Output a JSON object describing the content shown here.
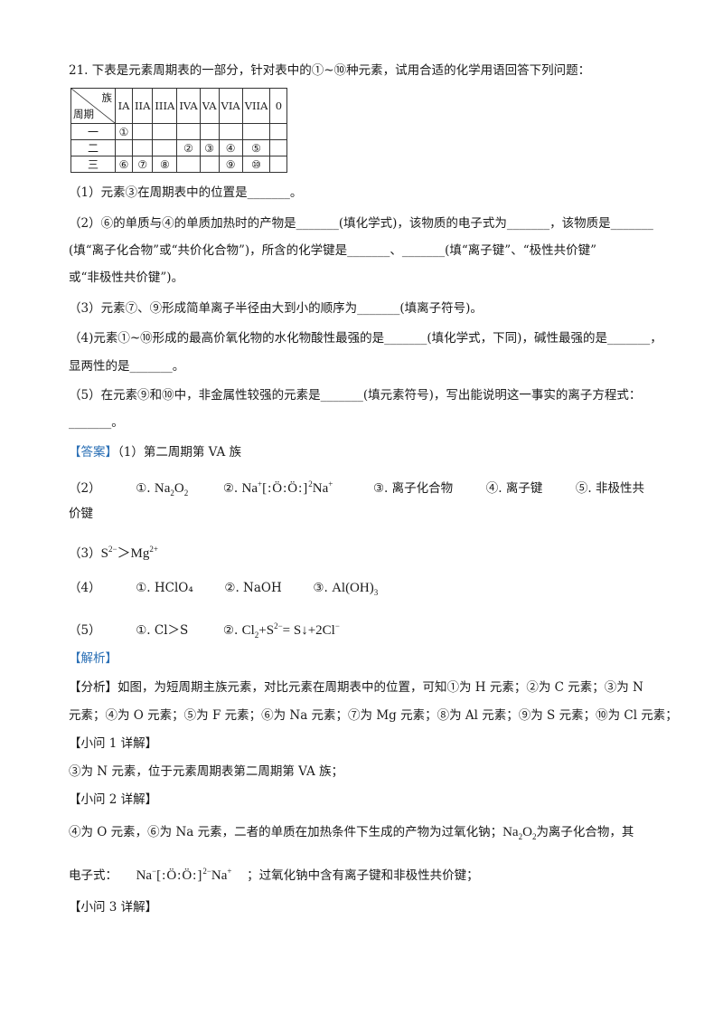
{
  "question": {
    "stem": "21. 下表是元素周期表的一部分，针对表中的①~⑩种元素，试用合适的化学用语回答下列问题：",
    "table": {
      "corner_top": "族",
      "corner_bottom": "周期",
      "headers": [
        "IA",
        "IIA",
        "IIIA",
        "IVA",
        "VA",
        "VIA",
        "VIIA",
        "0"
      ],
      "rows": [
        {
          "period": "一",
          "cells": [
            "①",
            "",
            "",
            "",
            "",
            "",
            "",
            ""
          ]
        },
        {
          "period": "二",
          "cells": [
            "",
            "",
            "",
            "②",
            "③",
            "④",
            "⑤",
            ""
          ]
        },
        {
          "period": "三",
          "cells": [
            "⑥",
            "⑦",
            "⑧",
            "",
            "",
            "⑨",
            "⑩",
            ""
          ]
        }
      ]
    },
    "q1": "（1）元素③在周期表中的位置是_______。",
    "q2_line1": "（2）⑥的单质与④的单质加热时的产物是_______(填化学式)，该物质的电子式为_______，该物质是_______",
    "q2_line2": "(填“离子化合物”或“共价化合物”)，所含的化学键是_______、_______(填“离子键”、“极性共价键”",
    "q2_line3": "或“非极性共价键”)。",
    "q3": "（3）元素⑦、⑨形成简单离子半径由大到小的顺序为_______(填离子符号)。",
    "q4_line1": "（4)元素①~⑩形成的最高价氧化物的水化物酸性最强的是_______(填化学式，下同)，碱性最强的是_______，",
    "q4_line2": "显两性的是_______。",
    "q5_line1": "（5）在元素⑨和⑩中，非金属性较强的元素是_______(填元素符号)，写出能说明这一事实的离子方程式：",
    "q5_line2": "_______。"
  },
  "answer": {
    "tag": "【答案】",
    "a1": "（1）第二周期第 VA 族",
    "a2_prefix": "（2）",
    "a2_1_label": "①.",
    "a2_1_formula": "Na",
    "a2_1_sub1": "2",
    "a2_1_o": "O",
    "a2_1_sub2": "2",
    "a2_2_label": "②.",
    "a2_2_na_left": "Na",
    "a2_2_na_left_sup": "+",
    "a2_2_bracket": "[:Ö:Ö:]",
    "a2_2_bracket_sup": "2",
    "a2_2_na_right": "Na",
    "a2_2_na_right_sup": "+",
    "a2_3": "③. 离子化合物",
    "a2_4": "④. 离子键",
    "a2_5": "⑤. 非极性共",
    "a2_5_cont": "价键",
    "a3_prefix": "（3）",
    "a3_s": "S",
    "a3_s_sup": "2−",
    "a3_gt": "＞",
    "a3_mg": "Mg",
    "a3_mg_sup": "2+",
    "a4_prefix": "（4）",
    "a4_1": "①. HClO₄",
    "a4_2": "②. NaOH",
    "a4_3_label": "③.",
    "a4_3_formula": "Al(OH)",
    "a4_3_sub": "3",
    "a5_prefix": "（5）",
    "a5_1": "①.  Cl＞S",
    "a5_2_label": "②.",
    "a5_2_cl": "Cl",
    "a5_2_cl_sub": "2",
    "a5_2_plus_s": "+S",
    "a5_2_s_sup": "2−",
    "a5_2_rest": "= S↓+2Cl",
    "a5_2_cl_sup": "−"
  },
  "analysis": {
    "tag": "【解析】",
    "fenxi_line1": "【分析】如图，为短周期主族元素，对比元素在周期表中的位置，可知①为 H 元素；②为 C 元素；③为 N",
    "fenxi_line2": "元素；④为 O 元素；⑤为 F 元素；⑥为 Na 元素；⑦为 Mg 元素；⑧为 Al 元素；⑨为 S 元素；⑩为 Cl 元素；",
    "sub1_tag": "【小问 1 详解】",
    "sub1_text": "③为 N 元素，位于元素周期表第二周期第 VA 族；",
    "sub2_tag": "【小问 2 详解】",
    "sub2_line1_pre": "④为 O 元素，⑥为 Na 元素，二者的单质在加热条件下生成的产物为过氧化钠；",
    "sub2_line1_formula_na": "Na",
    "sub2_line1_formula_sub1": "2",
    "sub2_line1_formula_o": "O",
    "sub2_line1_formula_sub2": "2",
    "sub2_line1_post": "为离子化合物，其",
    "sub2_line2_pre": "电子式：",
    "sub2_line2_na_left": "Na",
    "sub2_line2_na_left_sup": "−",
    "sub2_line2_bracket": "[:Ö:Ö:]",
    "sub2_line2_bracket_sup": "2−",
    "sub2_line2_na_right": "Na",
    "sub2_line2_na_right_sup": "+",
    "sub2_line2_post": "；过氧化钠中含有离子键和非极性共价键；",
    "sub3_tag": "【小问 3 详解】"
  }
}
